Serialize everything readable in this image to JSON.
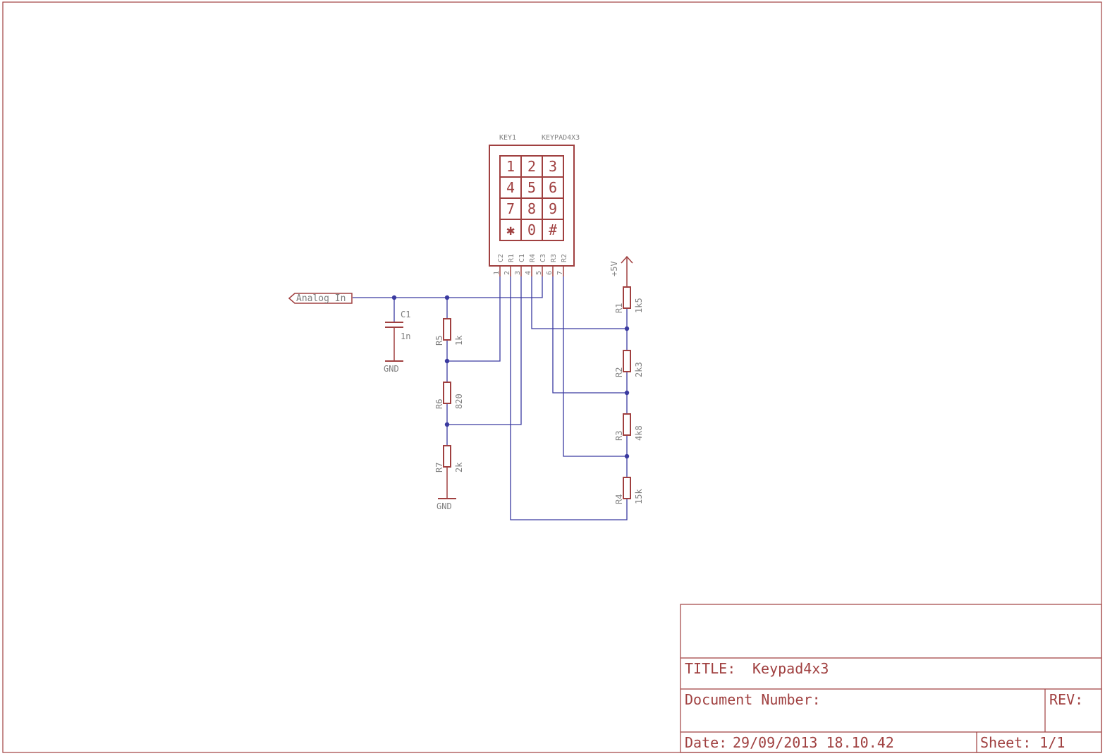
{
  "keypad": {
    "name": "KEY1",
    "value": "KEYPAD4X3",
    "keys": [
      "1",
      "2",
      "3",
      "4",
      "5",
      "6",
      "7",
      "8",
      "9",
      "✱",
      "0",
      "#"
    ],
    "pin_names": [
      "C2",
      "R1",
      "C1",
      "R4",
      "C3",
      "R3",
      "R2"
    ],
    "pin_numbers": [
      "1",
      "2",
      "3",
      "4",
      "5",
      "6",
      "7"
    ]
  },
  "port": {
    "label": "Analog In"
  },
  "capacitor": {
    "name": "C1",
    "value": "1n",
    "gnd": "GND"
  },
  "supply": {
    "label": "+5V"
  },
  "resistors": {
    "r1": {
      "name": "R1",
      "value": "1k5"
    },
    "r2": {
      "name": "R2",
      "value": "2k3"
    },
    "r3": {
      "name": "R3",
      "value": "4k8"
    },
    "r4": {
      "name": "R4",
      "value": "15k"
    },
    "r5": {
      "name": "R5",
      "value": "1k"
    },
    "r6": {
      "name": "R6",
      "value": "820"
    },
    "r7": {
      "name": "R7",
      "value": "2k"
    }
  },
  "gnd2": "GND",
  "title_block": {
    "title_label": "TITLE:",
    "title": "Keypad4x3",
    "doc_number": "Document Number:",
    "rev": "REV:",
    "date_label": "Date:",
    "date": "29/09/2013 18.10.42",
    "sheet": "Sheet: 1/1"
  },
  "colors": {
    "symbol": "#a04040",
    "wire": "#3a3aa0",
    "label": "#808080"
  }
}
